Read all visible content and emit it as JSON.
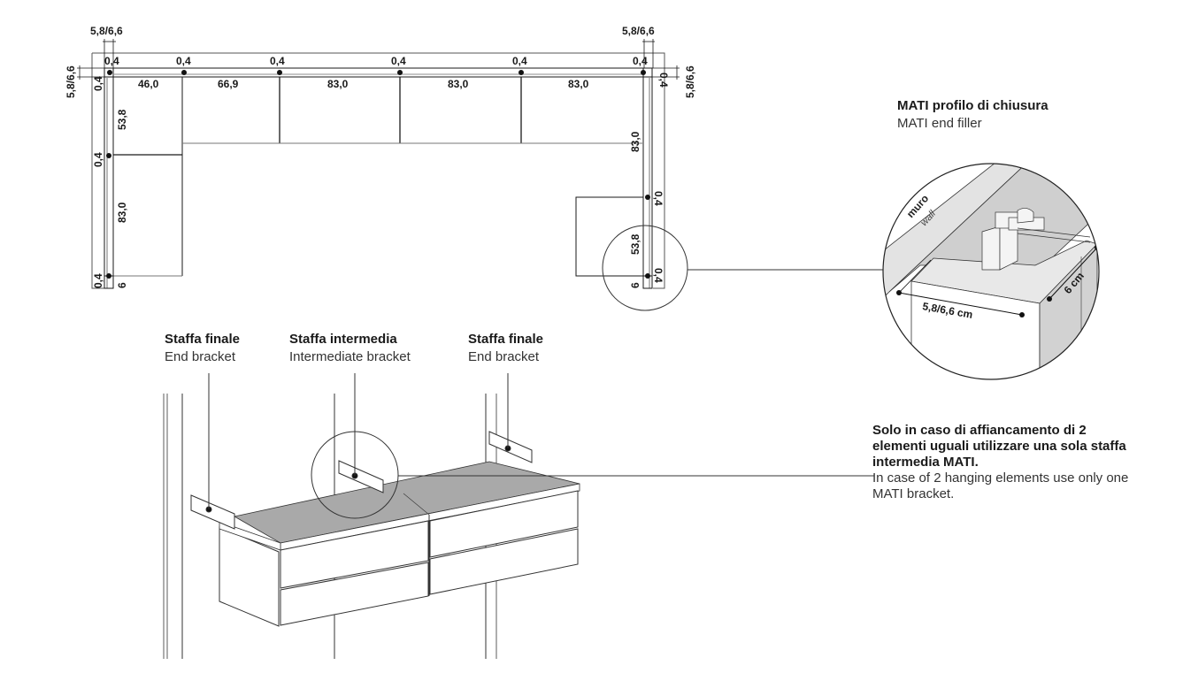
{
  "plan": {
    "top_offsets": [
      "5,8/6,6",
      "5,8/6,6"
    ],
    "side_offsets": [
      "5,8/6,6",
      "5,8/6,6"
    ],
    "gap_labels": [
      "0,4",
      "0,4",
      "0,4",
      "0,4",
      "0,4",
      "0,4",
      "0,4",
      "0,4",
      "0,4",
      "0,4",
      "0,4",
      "0,4"
    ],
    "top_widths": [
      "46,0",
      "66,9",
      "83,0",
      "83,0",
      "83,0"
    ],
    "left_heights": [
      "53,8",
      "83,0"
    ],
    "right_heights": [
      "83,0",
      "53,8"
    ],
    "end_depth": [
      "6",
      "6"
    ]
  },
  "detail": {
    "title": "MATI profilo di chiusura",
    "subtitle": "MATI end filler",
    "wall_it": "muro",
    "wall_en": "wall",
    "width_dim": "5,8/6,6 cm",
    "depth_dim": "6 cm"
  },
  "brackets": [
    {
      "title": "Staffa finale",
      "subtitle": "End bracket"
    },
    {
      "title": "Staffa intermedia",
      "subtitle": "Intermediate bracket"
    },
    {
      "title": "Staffa finale",
      "subtitle": "End bracket"
    }
  ],
  "note": {
    "bold": "Solo in caso di affiancamento di 2 elementi uguali utilizzare una sola staffa intermedia MATI.",
    "regular": "In case of 2 hanging elements use only one MATI bracket."
  },
  "colors": {
    "line": "#1a1a1a",
    "grey_top": "#a9a9a9",
    "wall_grey": "#d4d4d4",
    "light_grey": "#e6e6e6"
  }
}
